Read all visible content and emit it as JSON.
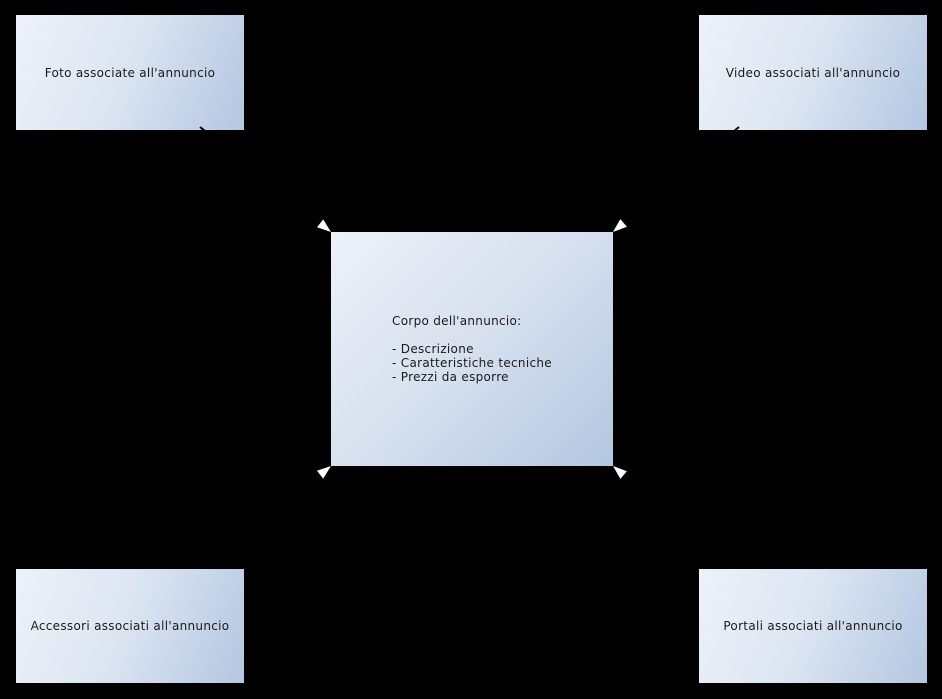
{
  "diagram": {
    "background_color": "#000000",
    "box_gradient_start": "#edf1f9",
    "box_gradient_end": "#b4c6e1",
    "text_color": "#1a1a1a",
    "arrowhead_color": "#ffffff",
    "center": {
      "title": "Corpo dell'annuncio:",
      "items": [
        "- Descrizione",
        "- Caratteristiche tecniche",
        "- Prezzi da esporre"
      ]
    },
    "nodes": [
      {
        "id": "foto",
        "position": "top-left",
        "label": "Foto associate all'annuncio"
      },
      {
        "id": "video",
        "position": "top-right",
        "label": "Video associati all'annuncio"
      },
      {
        "id": "accessori",
        "position": "bottom-left",
        "label": "Accessori associati all'annuncio"
      },
      {
        "id": "portali",
        "position": "bottom-right",
        "label": "Portali associati all'annuncio"
      }
    ]
  }
}
